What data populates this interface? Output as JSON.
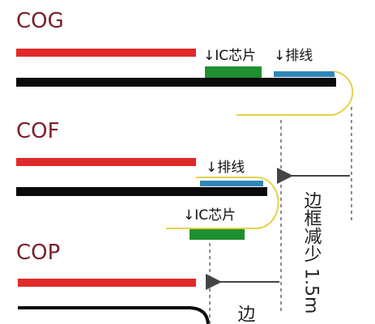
{
  "sections": {
    "cog": {
      "title": "COG",
      "ic_label": "↓IC芯片",
      "fpc_label": "↓排线"
    },
    "cof": {
      "title": "COF",
      "fpc_label": "↓排线",
      "ic_label": "↓IC芯片"
    },
    "cop": {
      "title": "COP",
      "side_text": "边"
    }
  },
  "annotation": {
    "reduction_text": "边框减少 1.5m"
  },
  "colors": {
    "panel": "#e02a2a",
    "substrate": "#0a0a0a",
    "ic_chip": "#1f8f2f",
    "fpc": "#2f86b8",
    "flex_line": "#e3d24b",
    "guide": "#666666",
    "title": "#7b1f2c"
  }
}
